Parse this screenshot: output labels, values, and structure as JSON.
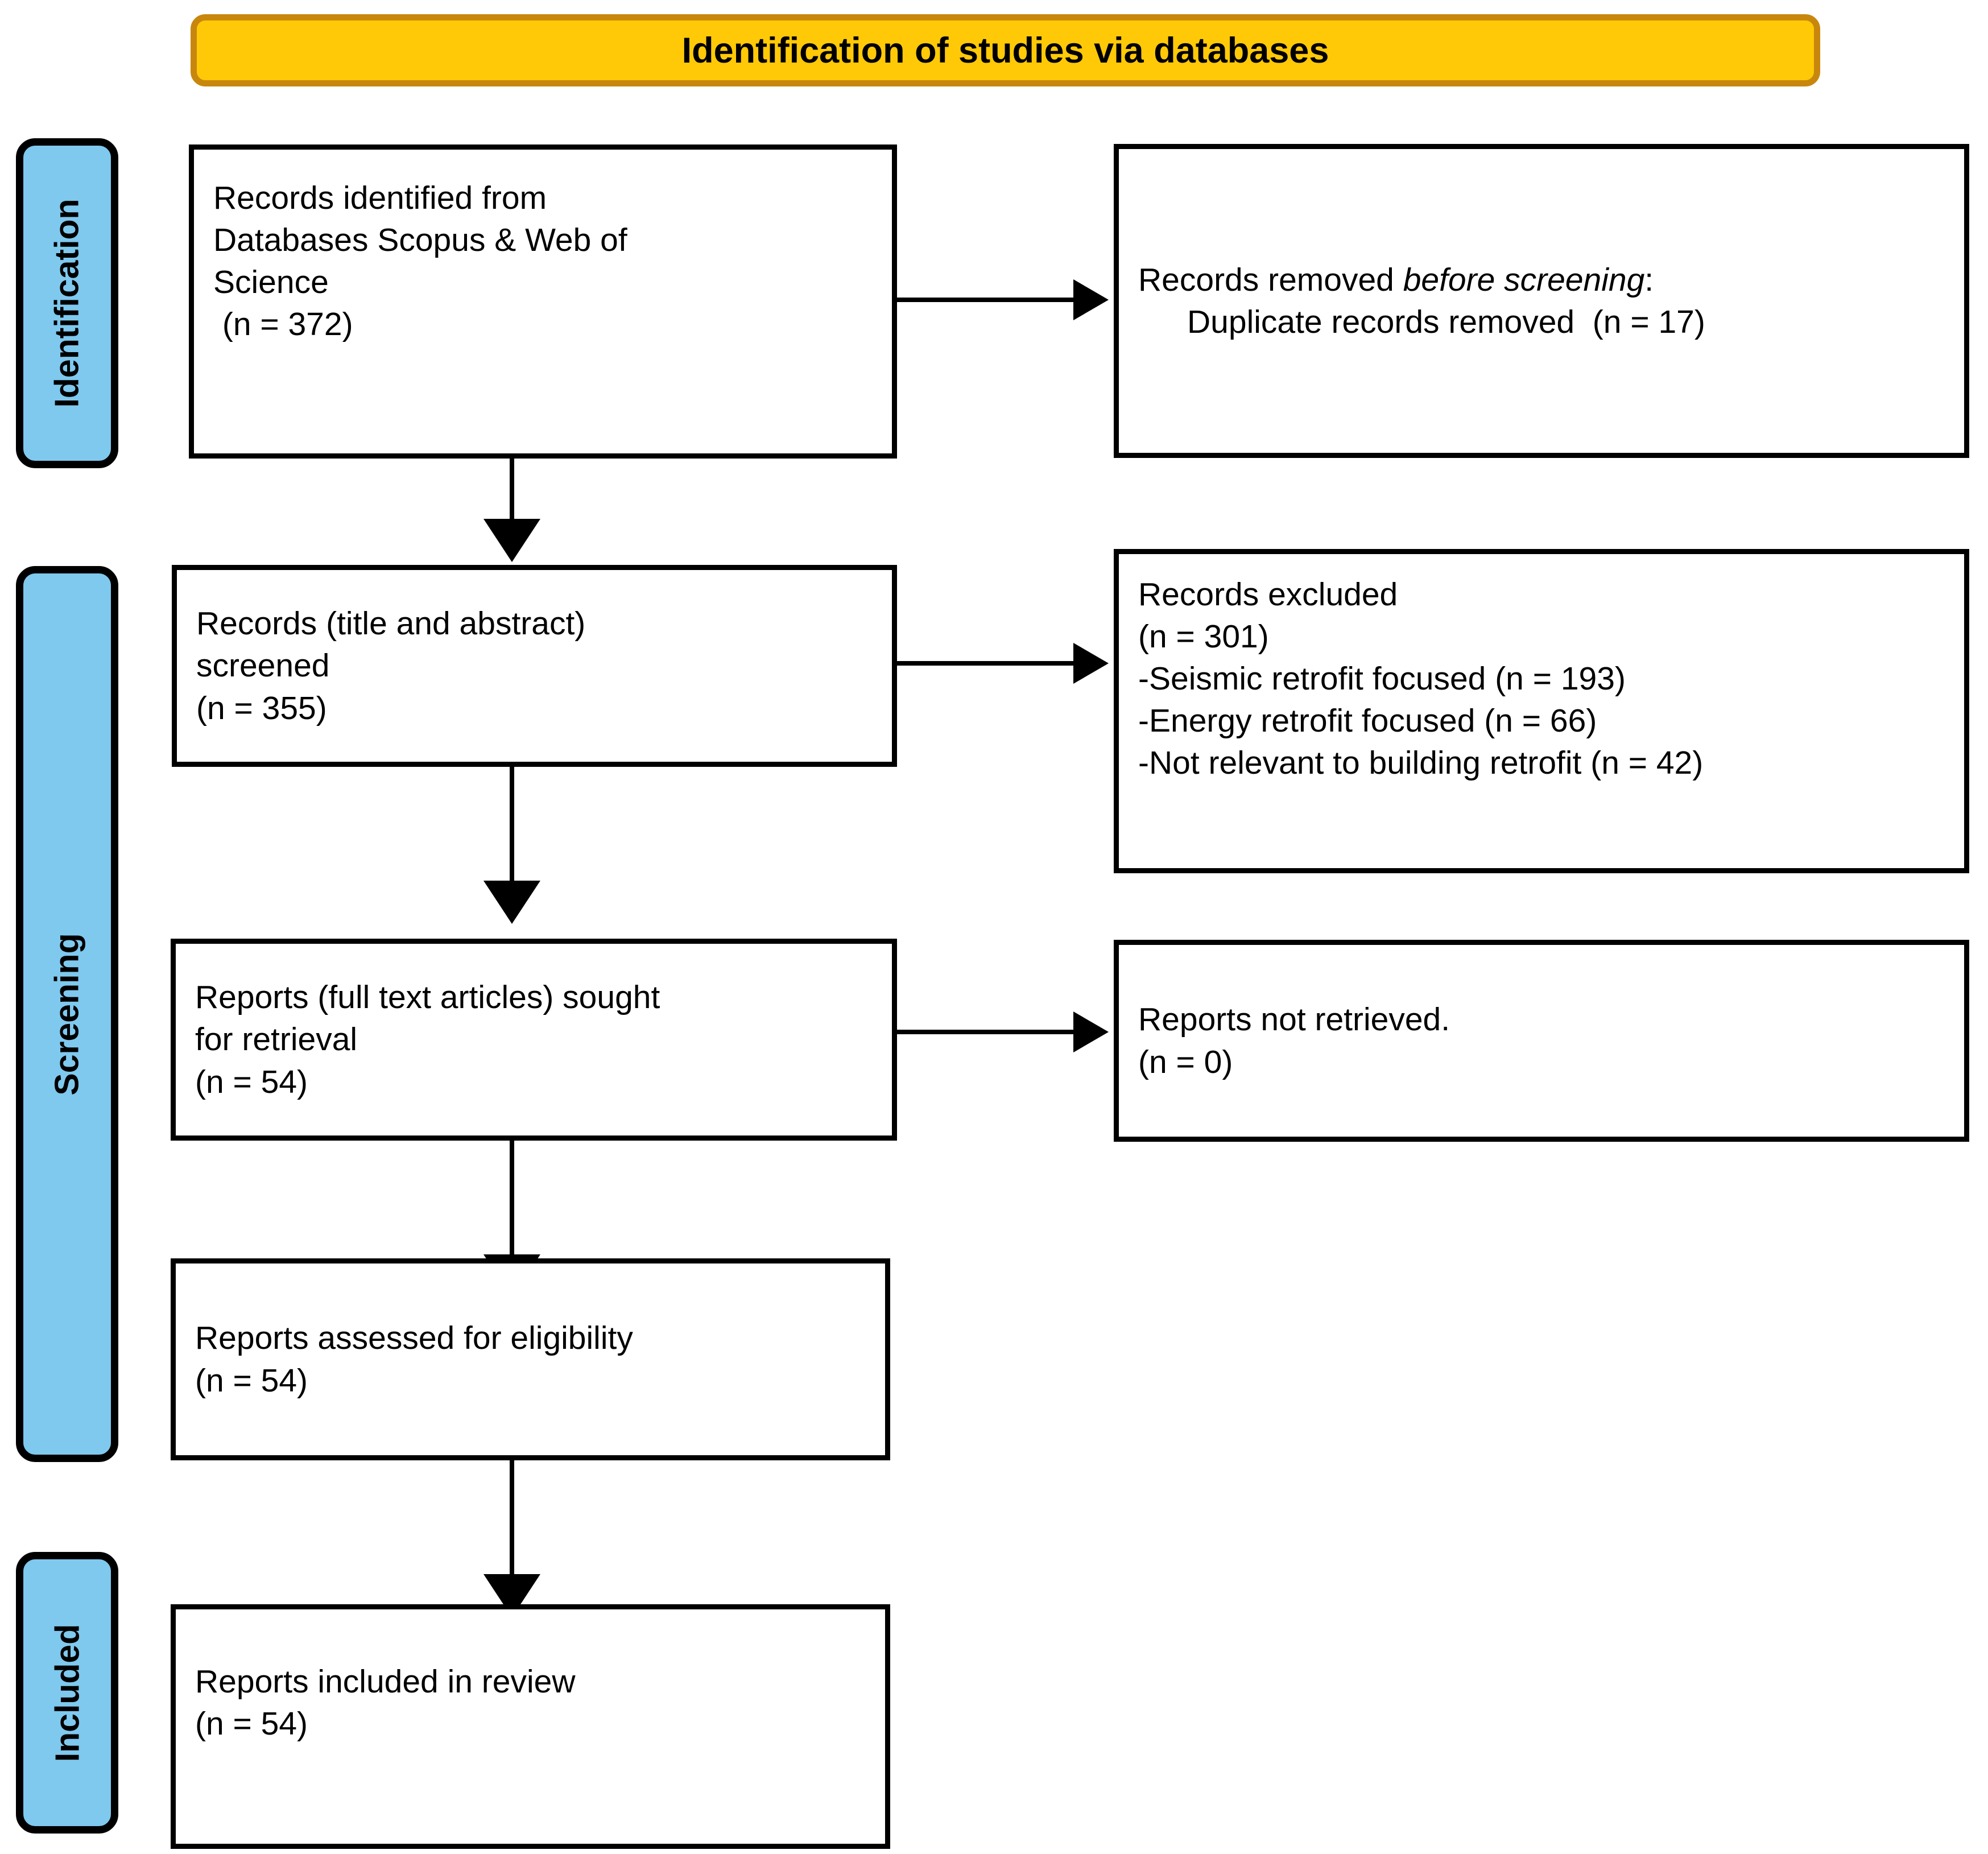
{
  "banner": {
    "title": "Identification of studies via databases",
    "fill_color": "#FFC907",
    "border_color": "#C8870C"
  },
  "bands": {
    "fill_color": "#7FC8EE",
    "border_color": "#000000",
    "items": [
      {
        "label": "Identification"
      },
      {
        "label": "Screening"
      },
      {
        "label": "Included"
      }
    ]
  },
  "boxes": {
    "records_identified": {
      "line1": "Records identified from",
      "line2": "Databases Scopus & Web of",
      "line3": "Science",
      "line4": " (n = 372)"
    },
    "records_removed": {
      "line1_prefix": "Records removed ",
      "line1_italic": "before screening",
      "line1_suffix": ":",
      "line2": "Duplicate records removed  (n = 17)"
    },
    "records_screened": {
      "line1": "Records (title and abstract)",
      "line2": "screened",
      "line3": "(n = 355)"
    },
    "records_excluded": {
      "line1": "Records excluded",
      "line2": "(n = 301)",
      "line3": "-Seismic retrofit focused (n = 193)",
      "line4": "-Energy retrofit focused (n = 66)",
      "line5": "-Not relevant to building retrofit (n = 42)"
    },
    "reports_sought": {
      "line1": "Reports (full text articles) sought",
      "line2": "for retrieval",
      "line3": "(n = 54)"
    },
    "reports_not_retrieved": {
      "line1": "Reports not retrieved.",
      "line2": "(n = 0)"
    },
    "reports_assessed": {
      "line1": "Reports assessed for eligibility",
      "line2": "(n = 54)"
    },
    "reports_included": {
      "line1": "Reports included in review",
      "line2": "(n = 54)"
    }
  },
  "chart_data": {
    "type": "diagram",
    "title": "Identification of studies via databases",
    "stages": [
      {
        "stage": "Identification",
        "nodes": [
          {
            "label": "Records identified from Databases Scopus & Web of Science",
            "n": 372
          },
          {
            "label": "Records removed before screening: Duplicate records removed",
            "n": 17
          }
        ]
      },
      {
        "stage": "Screening",
        "nodes": [
          {
            "label": "Records (title and abstract) screened",
            "n": 355
          },
          {
            "label": "Records excluded",
            "n": 301,
            "breakdown": [
              {
                "label": "Seismic retrofit focused",
                "n": 193
              },
              {
                "label": "Energy retrofit focused",
                "n": 66
              },
              {
                "label": "Not relevant to building retrofit",
                "n": 42
              }
            ]
          },
          {
            "label": "Reports (full text articles) sought for retrieval",
            "n": 54
          },
          {
            "label": "Reports not retrieved.",
            "n": 0
          },
          {
            "label": "Reports assessed for eligibility",
            "n": 54
          }
        ]
      },
      {
        "stage": "Included",
        "nodes": [
          {
            "label": "Reports included in review",
            "n": 54
          }
        ]
      }
    ]
  }
}
